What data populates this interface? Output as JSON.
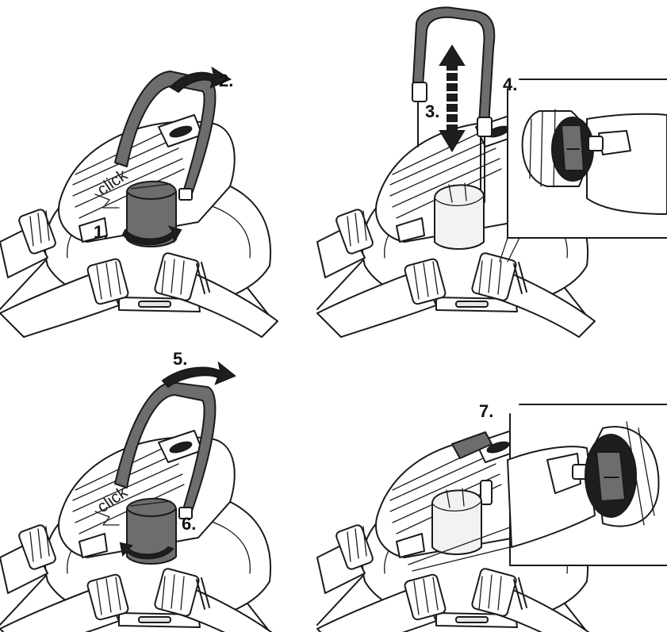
{
  "panels": [
    {
      "id": "top-left",
      "step_labels": [
        "1.",
        "2."
      ],
      "click_text": "click"
    },
    {
      "id": "top-right",
      "step_labels": [
        "3.",
        "4."
      ]
    },
    {
      "id": "bottom-left",
      "step_labels": [
        "5.",
        "6."
      ],
      "click_text": "click"
    },
    {
      "id": "bottom-right",
      "step_labels": [
        "7."
      ]
    }
  ],
  "colors": {
    "line": "#1a1a1a",
    "handle": "#6d6d6d",
    "knob_dark": "#6d6d6d",
    "knob_light": "#e6e6e6",
    "background": "#ffffff"
  },
  "icons": [
    "pump-housing",
    "carry-handle",
    "rotary-knob",
    "hose-connector",
    "hose-clamp",
    "rotation-arrow",
    "vertical-double-arrow",
    "detail-magnifier"
  ]
}
